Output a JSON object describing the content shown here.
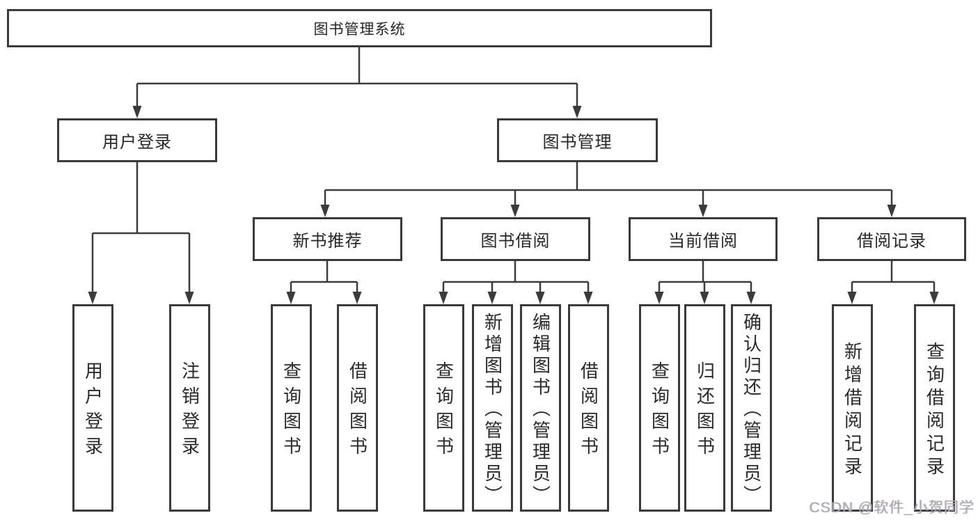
{
  "tree": {
    "label": "图书管理系统",
    "children": [
      {
        "label": "用户登录",
        "children": [
          {
            "label": "用户登录"
          },
          {
            "label": "注销登录"
          }
        ]
      },
      {
        "label": "图书管理",
        "children": [
          {
            "label": "新书推荐",
            "children": [
              {
                "label": "查询图书"
              },
              {
                "label": "借阅图书"
              }
            ]
          },
          {
            "label": "图书借阅",
            "children": [
              {
                "label": "查询图书"
              },
              {
                "label": "新增图书（管理员）"
              },
              {
                "label": "编辑图书（管理员）"
              },
              {
                "label": "借阅图书"
              }
            ]
          },
          {
            "label": "当前借阅",
            "children": [
              {
                "label": "查询图书"
              },
              {
                "label": "归还图书"
              },
              {
                "label": "确认归还（管理员）"
              }
            ]
          },
          {
            "label": "借阅记录",
            "children": [
              {
                "label": "新增借阅记录"
              },
              {
                "label": "查询借阅记录"
              }
            ]
          }
        ]
      }
    ]
  },
  "watermark": "CSDN @软件_小贺同学",
  "colors": {
    "line": "#3b3b3b",
    "box_border": "#3a3a3a",
    "text": "#262626",
    "watermark": "#a6abb1",
    "background": "#ffffff"
  }
}
